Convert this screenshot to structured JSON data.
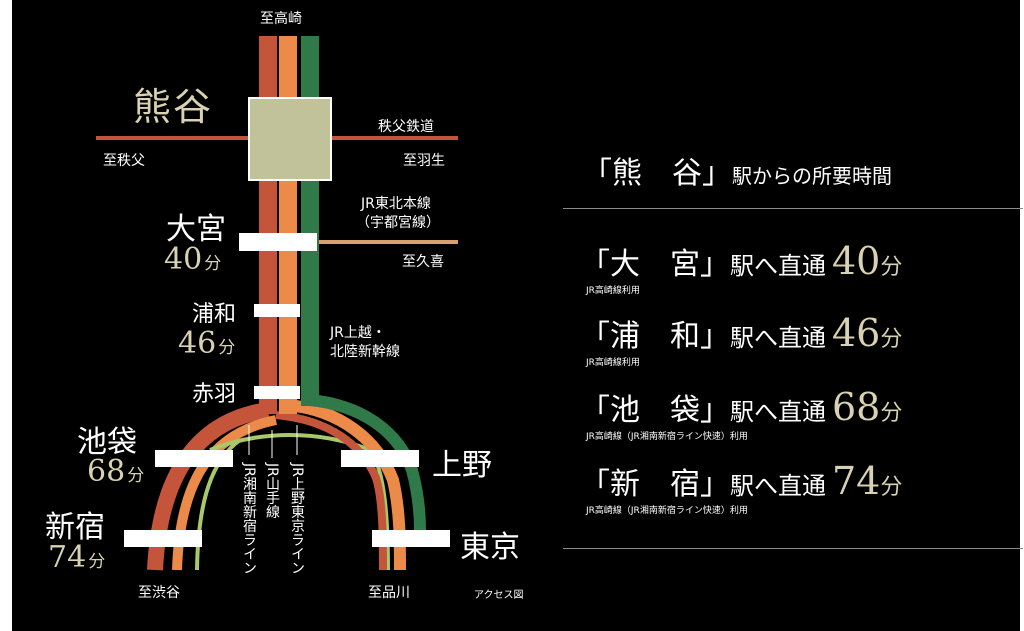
{
  "colors": {
    "background": "#000000",
    "takasaki_line": "#c4553b",
    "shonan_line": "#ec8a4a",
    "shinkansen_line": "#2f7a48",
    "yamanote_line": "#a8c86a",
    "tobu_line": "#d8a06a",
    "kumagaya_box": "#c2c29a",
    "accent_text": "#d8d2b2"
  },
  "map": {
    "to_takasaki": "至高崎",
    "kumagaya": "熊谷",
    "chichibu_railway": "秩父鉄道",
    "to_chichibu": "至秩父",
    "to_hanyu": "至羽生",
    "tohoku_line_1": "JR東北本線",
    "tohoku_line_2": "（宇都宮線）",
    "to_kuki": "至久喜",
    "omiya": "大宮",
    "omiya_min": "40",
    "urawa": "浦和",
    "urawa_min": "46",
    "akabane": "赤羽",
    "ikebukuro": "池袋",
    "ikebukuro_min": "68",
    "shinjuku": "新宿",
    "shinjuku_min": "74",
    "ueno": "上野",
    "tokyo": "東京",
    "minute_unit": "分",
    "joetsu_1": "JR上越・",
    "joetsu_2": "北陸新幹線",
    "shonan_shinjuku_line": "JR湘南新宿ライン",
    "yamanote_line": "JR山手線",
    "ueno_tokyo_line": "JR上野東京ライン",
    "to_shibuya": "至渋谷",
    "to_shinagawa": "至品川",
    "access_map": "アクセス図"
  },
  "summary": {
    "open_quote": "「",
    "close_quote": "」",
    "origin": "熊　谷",
    "origin_suffix": "駅からの所要時間",
    "direct_suffix": "駅へ直通",
    "minute_unit": "分",
    "rows": [
      {
        "station": "大　宮",
        "minutes": "40",
        "note": "JR高崎線利用"
      },
      {
        "station": "浦　和",
        "minutes": "46",
        "note": "JR高崎線利用"
      },
      {
        "station": "池　袋",
        "minutes": "68",
        "note": "JR高崎線（JR湘南新宿ライン快速）利用"
      },
      {
        "station": "新　宿",
        "minutes": "74",
        "note": "JR高崎線（JR湘南新宿ライン快速）利用"
      }
    ]
  }
}
